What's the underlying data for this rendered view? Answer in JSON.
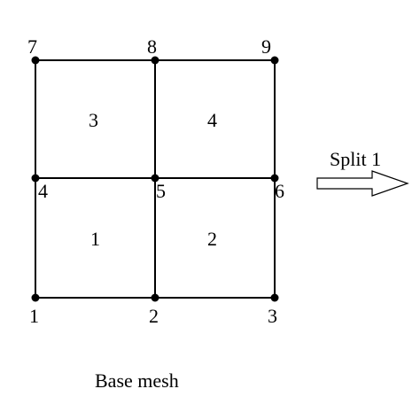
{
  "diagram": {
    "caption": "Base mesh",
    "arrow_label": "Split 1",
    "nodes": [
      {
        "id": "1",
        "label": "1"
      },
      {
        "id": "2",
        "label": "2"
      },
      {
        "id": "3",
        "label": "3"
      },
      {
        "id": "4",
        "label": "4"
      },
      {
        "id": "5",
        "label": "5"
      },
      {
        "id": "6",
        "label": "6"
      },
      {
        "id": "7",
        "label": "7"
      },
      {
        "id": "8",
        "label": "8"
      },
      {
        "id": "9",
        "label": "9"
      }
    ],
    "elements": [
      {
        "id": "1",
        "label": "1",
        "nodes": [
          "1",
          "2",
          "5",
          "4"
        ]
      },
      {
        "id": "2",
        "label": "2",
        "nodes": [
          "2",
          "3",
          "6",
          "5"
        ]
      },
      {
        "id": "3",
        "label": "3",
        "nodes": [
          "4",
          "5",
          "8",
          "7"
        ]
      },
      {
        "id": "4",
        "label": "4",
        "nodes": [
          "5",
          "6",
          "9",
          "8"
        ]
      }
    ],
    "colors": {
      "stroke": "#000000",
      "node_fill": "#000000",
      "background": "#ffffff"
    }
  }
}
